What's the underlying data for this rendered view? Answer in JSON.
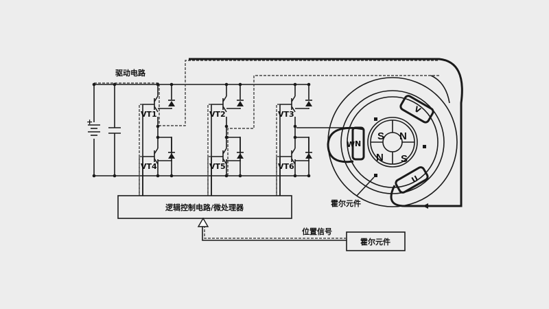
{
  "labels": {
    "drive_circuit": "驱动电路",
    "transistors": [
      "VT1",
      "VT2",
      "VT3",
      "VT4",
      "VT5",
      "VT6"
    ],
    "logic_box": "逻辑控制电路/微处理器",
    "position_signal": "位置信号",
    "hall_box": "霍尔元件",
    "hall_pointer": "霍尔元件",
    "battery_plus": "+",
    "poles": [
      "S",
      "N",
      "N",
      "S"
    ],
    "coils": [
      "V",
      "W",
      "U"
    ],
    "coil_small_n": "N"
  }
}
